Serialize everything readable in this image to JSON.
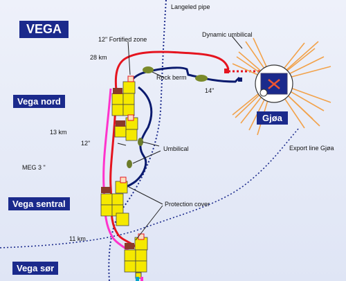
{
  "labels": {
    "vega": "VEGA",
    "vega_nord": "Vega nord",
    "vega_sentral": "Vega sentral",
    "vega_sor": "Vega sør",
    "gjoa": "Gjøa",
    "langeled": "Langeled pipe",
    "fortified": "12\" Fortified zone",
    "dynamic": "Dynamic umbilical",
    "km28": "28 km",
    "rockberm": "Rock berm",
    "in14": "14\"",
    "km13": "13 km",
    "in12": "12\"",
    "umbilical": "Umbilical",
    "meg": "MEG 3 \"",
    "export": "Export line Gjøa",
    "protection": "Protection cover",
    "km11": "11 km"
  },
  "colors": {
    "navy": "#1b2a8c",
    "red_line": "#e5141f",
    "magenta_line": "#ff33cc",
    "umbilical": "#0a1a6e",
    "template": "#f5e900",
    "orange": "#f2a24a"
  }
}
